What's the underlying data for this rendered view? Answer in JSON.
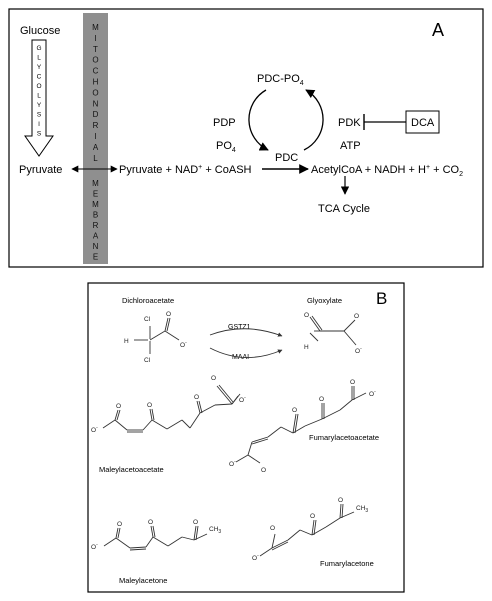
{
  "panel_a": {
    "letter": "A",
    "glucose": "Glucose",
    "glycolysis_letters": [
      "G",
      "L",
      "Y",
      "C",
      "O",
      "L",
      "Y",
      "S",
      "I",
      "S"
    ],
    "membrane_letters_top": [
      "M",
      "I",
      "T",
      "O",
      "C",
      "H",
      "O",
      "N",
      "D",
      "R",
      "I",
      "A",
      "L"
    ],
    "membrane_letters_bottom": [
      "M",
      "E",
      "M",
      "B",
      "R",
      "A",
      "N",
      "E"
    ],
    "pyruvate": "Pyruvate",
    "reaction_left": {
      "t1": "Pyruvate + NAD",
      "sup": "+",
      "t2": " + CoASH"
    },
    "reaction_right": {
      "t1": "AcetylCoA + NADH + H",
      "sup": "+",
      "t2": " + CO",
      "sub": "2"
    },
    "pdc_po4": {
      "t1": "PDC-PO",
      "sub": "4"
    },
    "pdc": "PDC",
    "pdp": "PDP",
    "po4": {
      "t1": "PO",
      "sub": "4"
    },
    "pdk": "PDK",
    "atp": "ATP",
    "dca": "DCA",
    "tca": "TCA Cycle"
  },
  "panel_b": {
    "letter": "B",
    "dichloroacetate": "Dichloroacetate",
    "glyoxylate": "Glyoxylate",
    "gstz1": "GSTZ1",
    "maai": "MAAI",
    "maleylacetoacetate": "Maleylacetoacetate",
    "fumarylacetoacetate": "Fumarylacetoacetate",
    "maleylacetone": "Maleylacetone",
    "fumarylacetone": "Fumarylacetone",
    "atom_cl": "Cl",
    "atom_h": "H",
    "atom_o": "O",
    "atom_o_minus": "O",
    "minus": "-",
    "ch3": "CH",
    "ch3_sub": "3"
  }
}
